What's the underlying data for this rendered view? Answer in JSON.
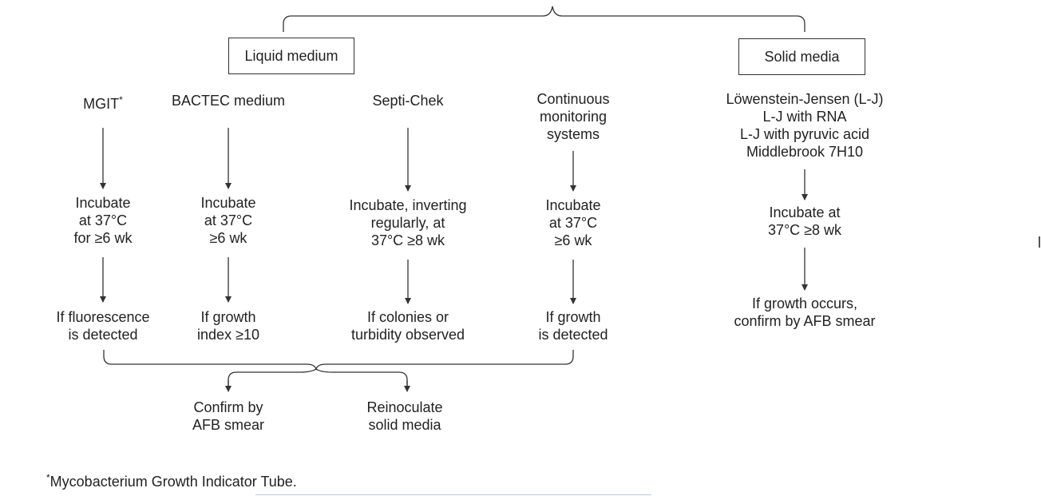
{
  "categories": {
    "liquid": "Liquid medium",
    "solid": "Solid media"
  },
  "liquid_methods": {
    "mgit": "MGIT",
    "mgit_mark": "*",
    "bactec": "BACTEC medium",
    "septichek": "Septi-Chek",
    "continuous": [
      "Continuous",
      "monitoring",
      "systems"
    ]
  },
  "solid_media_list": [
    "Löwenstein-Jensen (L-J)",
    "L-J with RNA",
    "L-J with pyruvic acid",
    "Middlebrook 7H10"
  ],
  "incubation": {
    "mgit": [
      "Incubate",
      "at 37°C",
      "for ≥6 wk"
    ],
    "bactec": [
      "Incubate",
      "at 37°C",
      "≥6 wk"
    ],
    "septichek": [
      "Incubate, inverting",
      "regularly, at",
      "37°C ≥8 wk"
    ],
    "continuous": [
      "Incubate",
      "at 37°C",
      "≥6 wk"
    ],
    "solid": [
      "Incubate at",
      "37°C ≥8 wk"
    ]
  },
  "conditions": {
    "mgit": [
      "If fluorescence",
      "is detected"
    ],
    "bactec": [
      "If growth",
      "index ≥10"
    ],
    "septichek": [
      "If colonies or",
      "turbidity observed"
    ],
    "continuous": [
      "If growth",
      "is detected"
    ],
    "solid": [
      "If growth occurs,",
      "confirm by AFB smear"
    ]
  },
  "outcomes": {
    "confirm": [
      "Confirm by",
      "AFB smear"
    ],
    "reinoculate": [
      "Reinoculate",
      "solid media"
    ]
  },
  "footnote": {
    "mark": "*",
    "text": "Mycobacterium Growth Indicator Tube."
  },
  "colors": {
    "line": "#333333",
    "text": "#222222",
    "rule": "#b9c7d6"
  }
}
